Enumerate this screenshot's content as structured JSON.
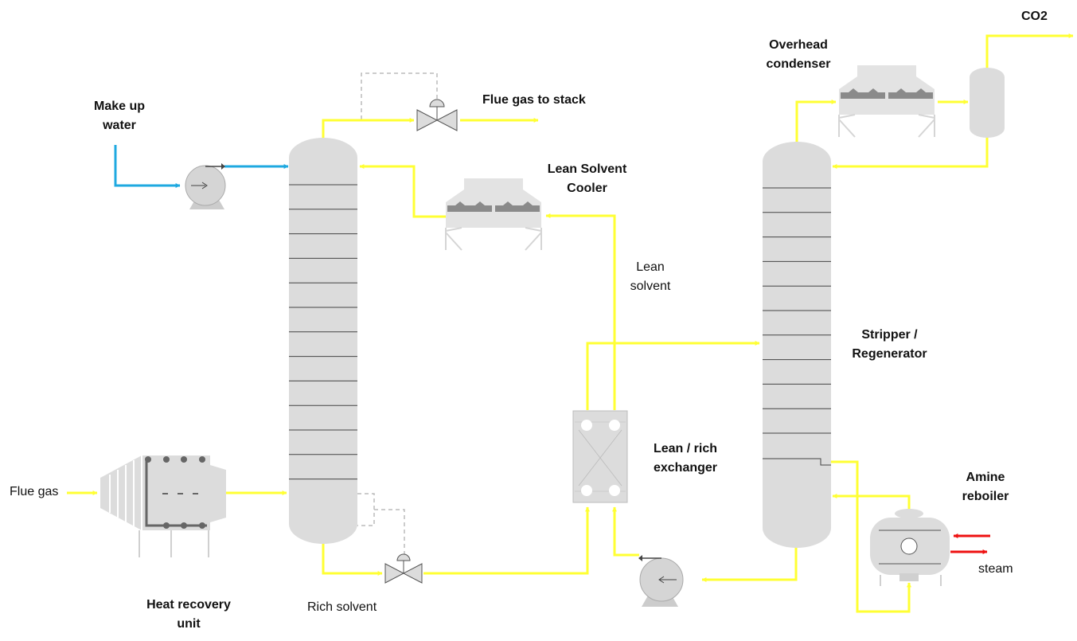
{
  "labels": {
    "make_up_water": [
      "Make up",
      "water"
    ],
    "flue_gas_to_stack": "Flue gas to stack",
    "lean_solvent_cooler": [
      "Lean Solvent",
      "Cooler"
    ],
    "lean_solvent": [
      "Lean",
      "solvent"
    ],
    "overhead_condenser": [
      "Overhead",
      "condenser"
    ],
    "co2": "CO2",
    "stripper_regenerator": [
      "Stripper /",
      "Regenerator"
    ],
    "lean_rich_exchanger": [
      "Lean / rich",
      "exchanger"
    ],
    "amine_reboiler": [
      "Amine",
      "reboiler"
    ],
    "steam": "steam",
    "flue_gas": "Flue gas",
    "heat_recovery_unit": [
      "Heat recovery",
      "unit"
    ],
    "rich_solvent": "Rich solvent"
  },
  "colors": {
    "process_stream": "#ffff33",
    "water_stream": "#1fa9e0",
    "steam_stream": "#ee1111",
    "equipment": "#dcdcdc",
    "equipment_dark": "#8a8a8a",
    "control_line": "#bbbbbb"
  },
  "icons": {
    "pumps": [
      "pump-icon",
      "pump-icon"
    ],
    "valves": [
      "control-valve-icon",
      "control-valve-icon"
    ]
  }
}
